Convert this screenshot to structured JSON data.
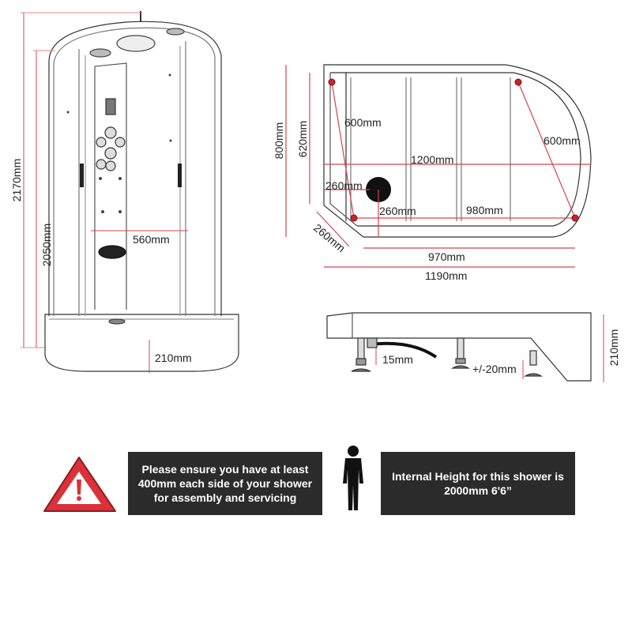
{
  "front": {
    "total_height": "2170mm",
    "door_height": "2050mm",
    "door_width": "560mm",
    "tray_height": "210mm"
  },
  "plan": {
    "depth": "800mm",
    "inner_depth": "620mm",
    "left_diagonal": "600mm",
    "right_diagonal": "600mm",
    "inner_width": "1200mm",
    "waste_offset_x": "260mm",
    "waste_offset_y": "260mm",
    "panel_width": "980mm",
    "corner_chamfer": "260mm",
    "base_width": "970mm",
    "total_width": "1190mm"
  },
  "side": {
    "waste_height": "15mm",
    "leg_adjust": "+/-20mm",
    "tray_height": "210mm"
  },
  "notices": {
    "clearance": "Please ensure you have at least 400mm each side of your shower for assembly and servicing",
    "internal_height": "Internal Height for this shower is 2000mm 6'6”"
  },
  "colors": {
    "dimension_line": "#d9434c",
    "notice_background": "#2b2b2b",
    "warning_red": "#d9323a"
  }
}
